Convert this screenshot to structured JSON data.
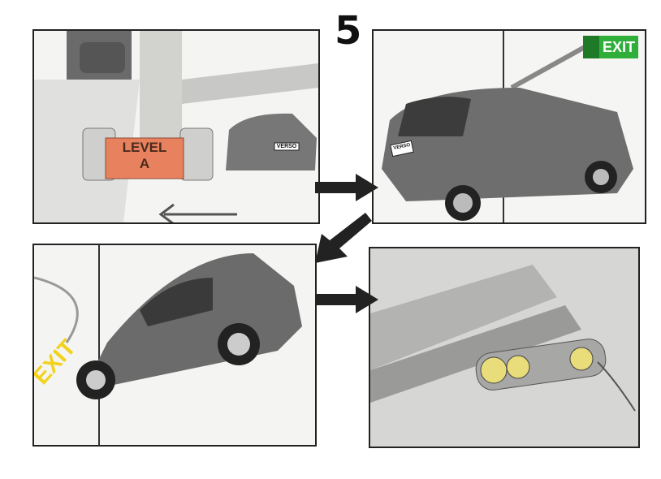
{
  "storyboard": {
    "page_number": "5",
    "panels": [
      {
        "id": 1,
        "description": "Parking garage ramp with car descending; second car parked near pillar",
        "sign_line1": "LEVEL",
        "sign_line2": "A",
        "plate": "VERSO",
        "sign_color": "#e8825e"
      },
      {
        "id": 2,
        "description": "Rear three-quarter view of hatchback heading toward exit",
        "exit_sign": "EXIT",
        "exit_sign_color": "#2fae3a",
        "plate": "VERSO"
      },
      {
        "id": 3,
        "description": "Car turning toward painted floor marking",
        "floor_text": "EXIT",
        "floor_text_color": "#f2d21a"
      },
      {
        "id": 4,
        "description": "Close-up of exhaust pipe underside"
      }
    ],
    "arrows": [
      {
        "from": 1,
        "to": 2,
        "direction": "right"
      },
      {
        "from": 2,
        "to": 3,
        "direction": "down-left"
      },
      {
        "from": 3,
        "to": 4,
        "direction": "right"
      }
    ]
  }
}
